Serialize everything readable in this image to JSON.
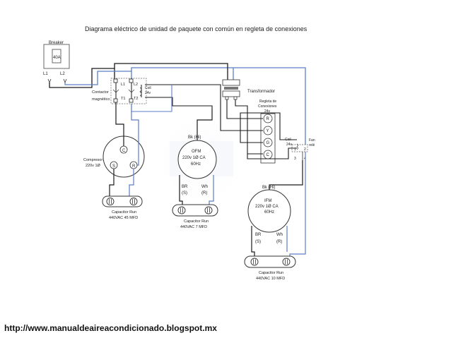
{
  "title": "Diagrama  eléctrico de unidad de paquete con común en regleta de conexiones",
  "breaker": {
    "label": "Breaker",
    "rating": "40A",
    "l1": "L1",
    "l2": "L2"
  },
  "contactor": {
    "name_line1": "Contactor",
    "name_line2": "magnético",
    "l1": "L1",
    "l2": "L2",
    "t1": "T1",
    "t2": "T2",
    "coil_line1": "Coil",
    "coil_line2": "24v"
  },
  "transformer": {
    "label": "Transformador"
  },
  "terminal_strip": {
    "line1": "Regleta de",
    "line2": "Conexiones",
    "line3": "24v",
    "terminals": [
      "R",
      "Y",
      "G",
      "C"
    ]
  },
  "compressor": {
    "name_line1": "Compresor",
    "name_line2": "220v 1Ø",
    "c": "C",
    "s": "S",
    "r": "R"
  },
  "ofm": {
    "lead": "Bk (Hi)",
    "line1": "OFM",
    "line2": "220v 1Ø CA",
    "line3": "60Hz",
    "br": "BR",
    "br_sub": "(S)",
    "wh": "Wh",
    "wh_sub": "(R)"
  },
  "ifm": {
    "lead": "Bk (Hi)",
    "line1": "IFM",
    "line2": "220v 1Ø CA",
    "line3": "60Hz",
    "br": "BR",
    "br_sub": "(S)",
    "wh": "Wh",
    "wh_sub": "(R)"
  },
  "fan_relay": {
    "name_line1": "Fan",
    "name_line2": "relé",
    "coil_line1": "Coil",
    "coil_line2": "24v",
    "pins": [
      "1",
      "2",
      "3",
      "4"
    ]
  },
  "capacitors": {
    "compressor": {
      "line1": "Capacitor Run",
      "line2": "440VAC  45 MFD"
    },
    "ofm": {
      "line1": "Capacitor Run",
      "line2": "440VAC  7 MFD"
    },
    "ifm": {
      "line1": "Capacitor Run",
      "line2": "440VAC  10 MFD"
    }
  },
  "footer_url": "http://www.manualdeaireacondicionado.blogspot.mx",
  "colors": {
    "wire_black": "#1a1a1a",
    "wire_blue": "#5a7fc6",
    "frame_gray": "#8a8a8a"
  }
}
